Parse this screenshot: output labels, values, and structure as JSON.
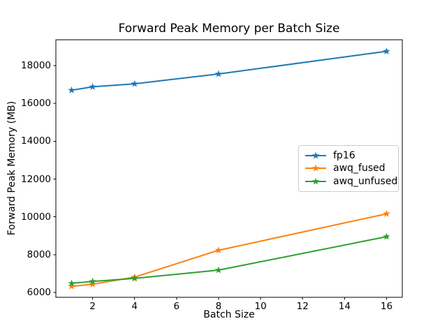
{
  "chart_data": {
    "type": "line",
    "title": "Forward Peak Memory per Batch Size",
    "xlabel": "Batch Size",
    "ylabel": "Forward Peak Memory (MB)",
    "x": [
      1,
      2,
      4,
      8,
      16
    ],
    "series": [
      {
        "name": "fp16",
        "color": "#1f77b4",
        "marker": "star",
        "values": [
          16700,
          16880,
          17040,
          17560,
          18760
        ]
      },
      {
        "name": "awq_fused",
        "color": "#ff7f0e",
        "marker": "star",
        "values": [
          6320,
          6430,
          6810,
          8230,
          10160
        ]
      },
      {
        "name": "awq_unfused",
        "color": "#2ca02c",
        "marker": "star",
        "values": [
          6480,
          6580,
          6740,
          7180,
          8950
        ]
      }
    ],
    "xticks": [
      2,
      4,
      6,
      8,
      10,
      12,
      14,
      16
    ],
    "yticks": [
      6000,
      8000,
      10000,
      12000,
      14000,
      16000,
      18000
    ],
    "xlim": [
      0.25,
      16.75
    ],
    "ylim": [
      5740,
      19370
    ],
    "grid": false,
    "legend_position": "center right",
    "background": "#ffffff",
    "spine_color": "#000000"
  }
}
